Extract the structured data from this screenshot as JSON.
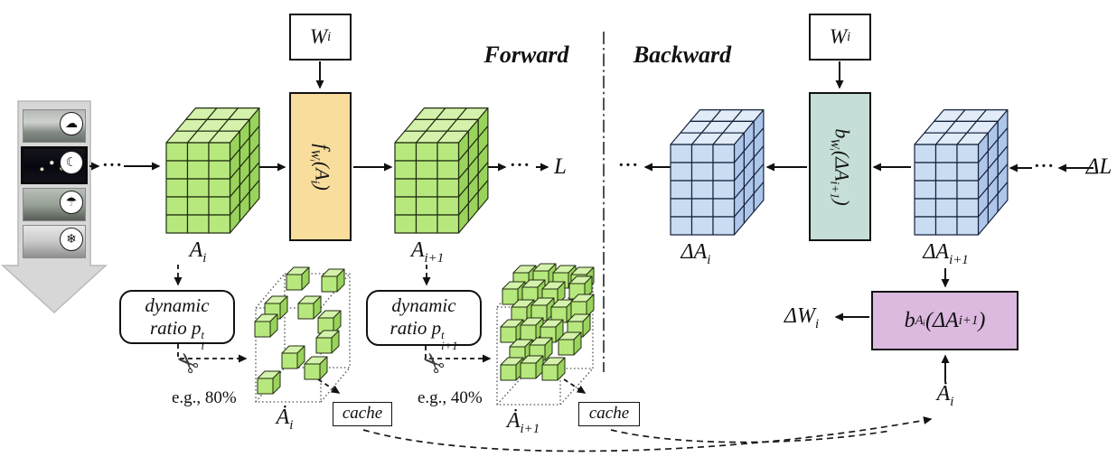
{
  "panels": {
    "forward": "Forward",
    "backward": "Backward"
  },
  "icons": {
    "dots_glyph": "···",
    "scissors_glyph": "✂",
    "frames": [
      {
        "name": "cloud-icon",
        "glyph": "☁"
      },
      {
        "name": "moon-icon",
        "glyph": "☾"
      },
      {
        "name": "rain-icon",
        "glyph": "☂"
      },
      {
        "name": "snow-icon",
        "glyph": "❄"
      }
    ]
  },
  "math": {
    "w_i": [
      [
        "n",
        "W"
      ],
      [
        "s",
        "i"
      ]
    ],
    "a_i": [
      [
        "n",
        "A"
      ],
      [
        "s",
        "i"
      ]
    ],
    "a_i1": [
      [
        "n",
        "A"
      ],
      [
        "s",
        "i+1"
      ]
    ],
    "adot_i": [
      [
        "n",
        "Ȧ"
      ],
      [
        "s",
        "i"
      ]
    ],
    "adot_i1": [
      [
        "n",
        "Ȧ"
      ],
      [
        "s",
        "i+1"
      ]
    ],
    "da_i": [
      [
        "n",
        "ΔA"
      ],
      [
        "s",
        "i"
      ]
    ],
    "da_i1": [
      [
        "n",
        "ΔA"
      ],
      [
        "s",
        "i+1"
      ]
    ],
    "dw_i": [
      [
        "n",
        "ΔW"
      ],
      [
        "s",
        "i"
      ]
    ],
    "loss": [
      [
        "n",
        "L"
      ]
    ],
    "dloss": [
      [
        "n",
        "ΔL"
      ]
    ],
    "f_fn": [
      [
        "n",
        "f"
      ],
      [
        "s",
        "Wᵢ"
      ],
      [
        "n",
        "(A"
      ],
      [
        "s",
        "i"
      ],
      [
        "n",
        ")"
      ]
    ],
    "bw_fn": [
      [
        "n",
        "b"
      ],
      [
        "s",
        "Wᵢ"
      ],
      [
        "n",
        "(ΔA"
      ],
      [
        "s",
        "i+1"
      ],
      [
        "n",
        ")"
      ]
    ],
    "ba_fn": [
      [
        "n",
        "b"
      ],
      [
        "s",
        "Aᵢ"
      ],
      [
        "n",
        "(ΔA"
      ],
      [
        "s",
        "i+1"
      ],
      [
        "n",
        ")"
      ]
    ],
    "ratio_word": [
      [
        "n",
        "dynamic"
      ]
    ],
    "ratio1": [
      [
        "n",
        "ratio p"
      ],
      [
        "st",
        "t|i"
      ]
    ],
    "ratio2": [
      [
        "n",
        "ratio p"
      ],
      [
        "st",
        "t|i+1"
      ]
    ]
  },
  "texts": {
    "cache": "cache",
    "eg_80": "e.g., 80%",
    "eg_40": "e.g., 40%"
  },
  "colors": {
    "forward_fn_bg": "#F9DD9D",
    "backward_fn_bg": "#C5DED7",
    "grad_fn_bg": "#DCB9DF",
    "green_front": "#B7E87D",
    "green_top": "#D5F2AC",
    "green_side": "#9AD35C",
    "green_stroke": "#202e10",
    "blue_front": "#C9DCF2",
    "blue_top": "#E2ECF9",
    "blue_side": "#AEC6E9",
    "blue_stroke": "#16233E"
  }
}
